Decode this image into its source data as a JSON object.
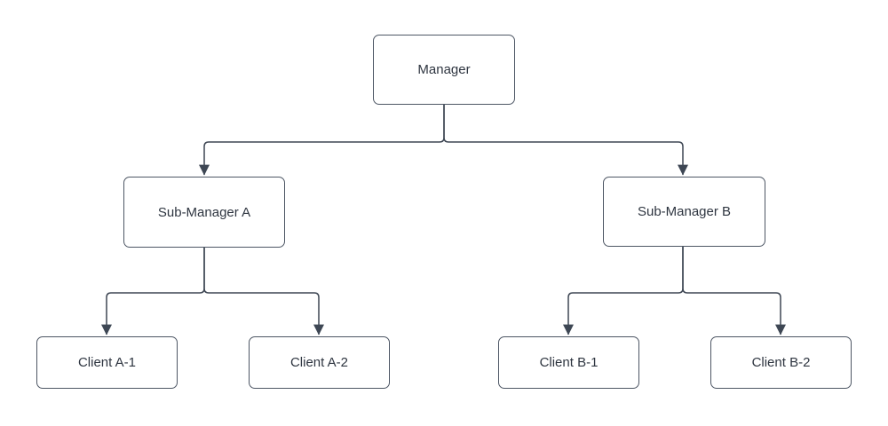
{
  "diagram": {
    "type": "org-chart",
    "background_color": "#ffffff",
    "node_fill_color": "#ffffff",
    "node_border_color": "#4d5664",
    "connector_color": "#3e4754",
    "text_color": "#2e3540",
    "nodes": [
      {
        "id": "manager",
        "label": "Manager",
        "level": 1
      },
      {
        "id": "sub-manager-a",
        "label": "Sub-Manager A",
        "level": 2
      },
      {
        "id": "sub-manager-b",
        "label": "Sub-Manager B",
        "level": 2
      },
      {
        "id": "client-a-1",
        "label": "Client A-1",
        "level": 3
      },
      {
        "id": "client-a-2",
        "label": "Client A-2",
        "level": 3
      },
      {
        "id": "client-b-1",
        "label": "Client B-1",
        "level": 3
      },
      {
        "id": "client-b-2",
        "label": "Client B-2",
        "level": 3
      }
    ],
    "edges": [
      {
        "from": "manager",
        "to": "sub-manager-a",
        "arrow": "filled-triangle"
      },
      {
        "from": "manager",
        "to": "sub-manager-b",
        "arrow": "filled-triangle"
      },
      {
        "from": "sub-manager-a",
        "to": "client-a-1",
        "arrow": "filled-triangle"
      },
      {
        "from": "sub-manager-a",
        "to": "client-a-2",
        "arrow": "filled-triangle"
      },
      {
        "from": "sub-manager-b",
        "to": "client-b-1",
        "arrow": "filled-triangle"
      },
      {
        "from": "sub-manager-b",
        "to": "client-b-2",
        "arrow": "filled-triangle"
      }
    ]
  }
}
